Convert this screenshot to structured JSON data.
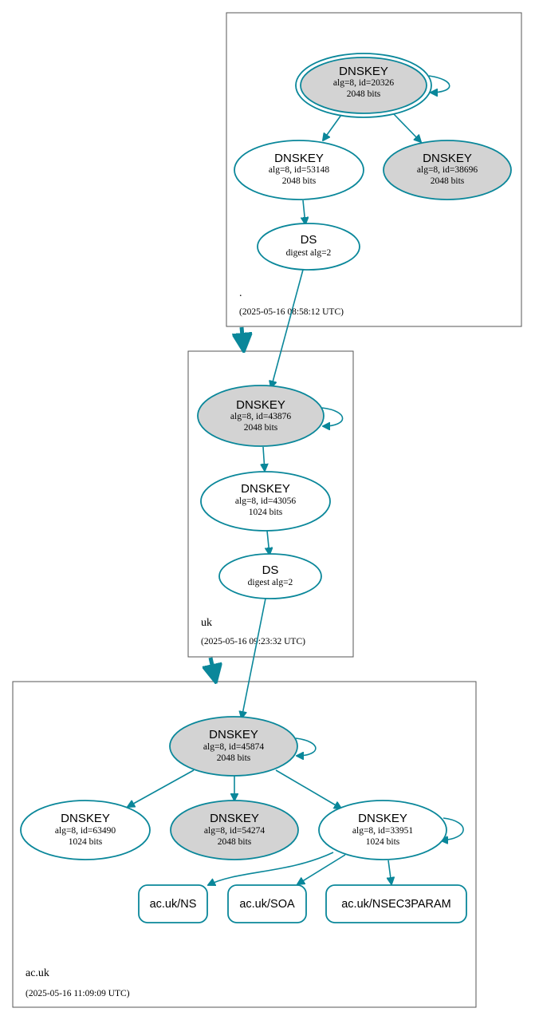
{
  "colors": {
    "edge": "#0a879a",
    "node_fill_signing": "#d3d3d3",
    "node_fill_plain": "#ffffff",
    "zone_border": "#555555"
  },
  "zones": {
    "root": {
      "name": ".",
      "timestamp": "(2025-05-16 08:58:12 UTC)"
    },
    "uk": {
      "name": "uk",
      "timestamp": "(2025-05-16 09:23:32 UTC)"
    },
    "acuk": {
      "name": "ac.uk",
      "timestamp": "(2025-05-16 11:09:09 UTC)"
    }
  },
  "nodes": {
    "root_ksk": {
      "type": "DNSKEY",
      "line1": "alg=8, id=20326",
      "line2": "2048 bits"
    },
    "root_zsk1": {
      "type": "DNSKEY",
      "line1": "alg=8, id=53148",
      "line2": "2048 bits"
    },
    "root_zsk2": {
      "type": "DNSKEY",
      "line1": "alg=8, id=38696",
      "line2": "2048 bits"
    },
    "root_ds": {
      "type": "DS",
      "line1": "digest alg=2"
    },
    "uk_ksk": {
      "type": "DNSKEY",
      "line1": "alg=8, id=43876",
      "line2": "2048 bits"
    },
    "uk_zsk": {
      "type": "DNSKEY",
      "line1": "alg=8, id=43056",
      "line2": "1024 bits"
    },
    "uk_ds": {
      "type": "DS",
      "line1": "digest alg=2"
    },
    "ac_ksk": {
      "type": "DNSKEY",
      "line1": "alg=8, id=45874",
      "line2": "2048 bits"
    },
    "ac_key1": {
      "type": "DNSKEY",
      "line1": "alg=8, id=63490",
      "line2": "1024 bits"
    },
    "ac_key2": {
      "type": "DNSKEY",
      "line1": "alg=8, id=54274",
      "line2": "2048 bits"
    },
    "ac_key3": {
      "type": "DNSKEY",
      "line1": "alg=8, id=33951",
      "line2": "1024 bits"
    }
  },
  "rrsets": {
    "ns": "ac.uk/NS",
    "soa": "ac.uk/SOA",
    "nsec3param": "ac.uk/NSEC3PARAM"
  }
}
